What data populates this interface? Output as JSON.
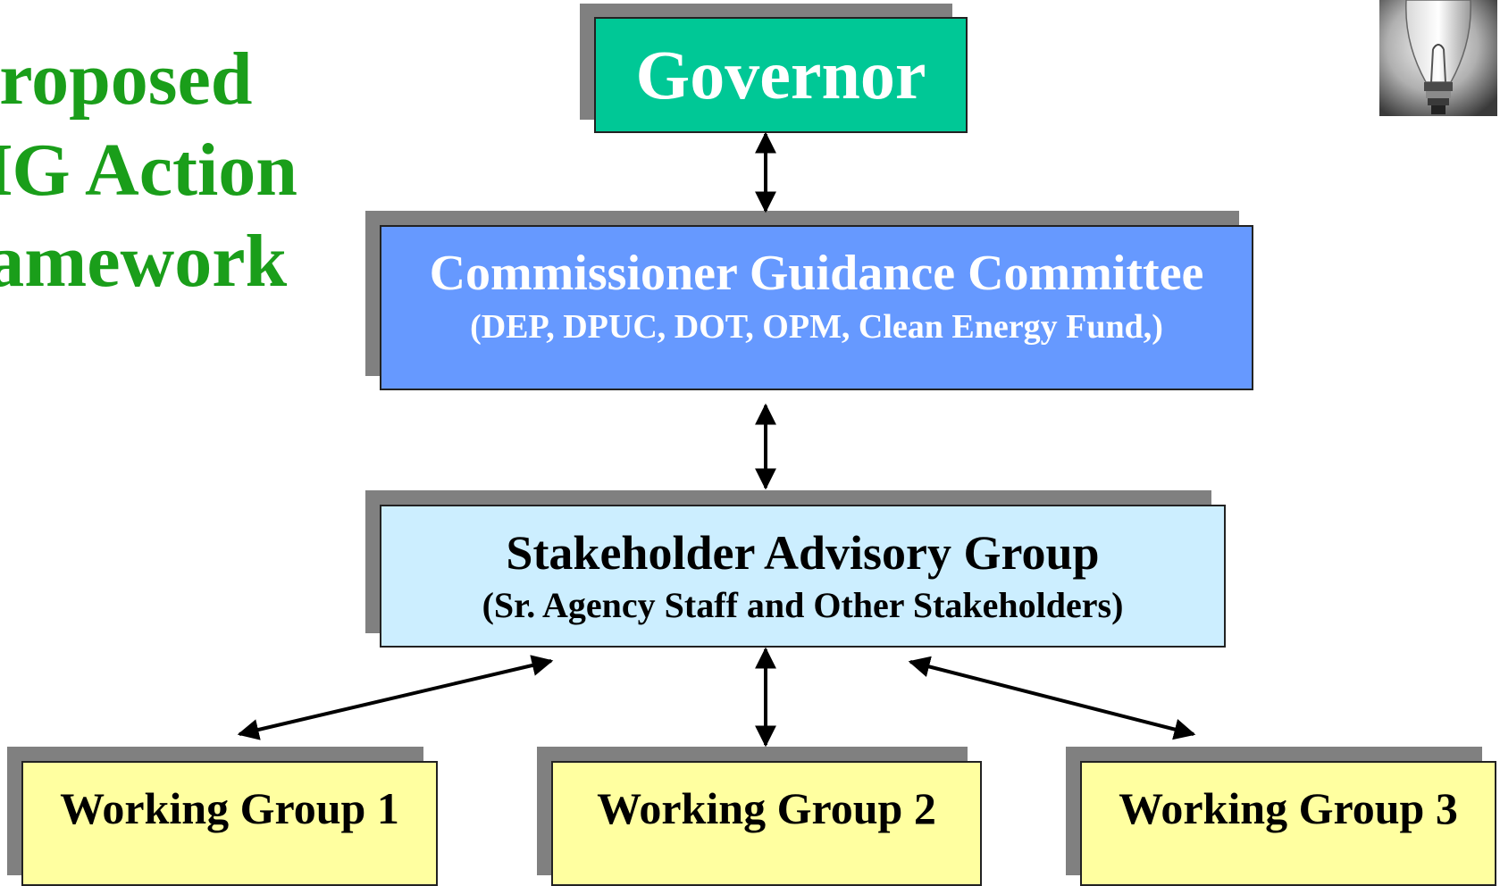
{
  "title": {
    "line1": "Proposed",
    "line2": "HG Action",
    "line3": "ramework"
  },
  "governor": {
    "label": "Governor"
  },
  "commissioner_committee": {
    "name": "Commissioner Guidance Committee",
    "members": "(DEP, DPUC, DOT, OPM, Clean Energy Fund,)"
  },
  "stakeholder_group": {
    "name": "Stakeholder Advisory Group",
    "members": "(Sr. Agency Staff and Other Stakeholders)"
  },
  "working_groups": [
    {
      "label": "Working Group 1"
    },
    {
      "label": "Working Group 2"
    },
    {
      "label": "Working Group 3"
    }
  ],
  "colors": {
    "title": "#1a9e1a",
    "governor_fill": "#00c896",
    "committee_fill": "#6699ff",
    "stakeholder_fill": "#cceeff",
    "working_group_fill": "#ffffa0",
    "shadow": "#808080"
  },
  "icons": {
    "top_right": "light-bulb-icon"
  }
}
